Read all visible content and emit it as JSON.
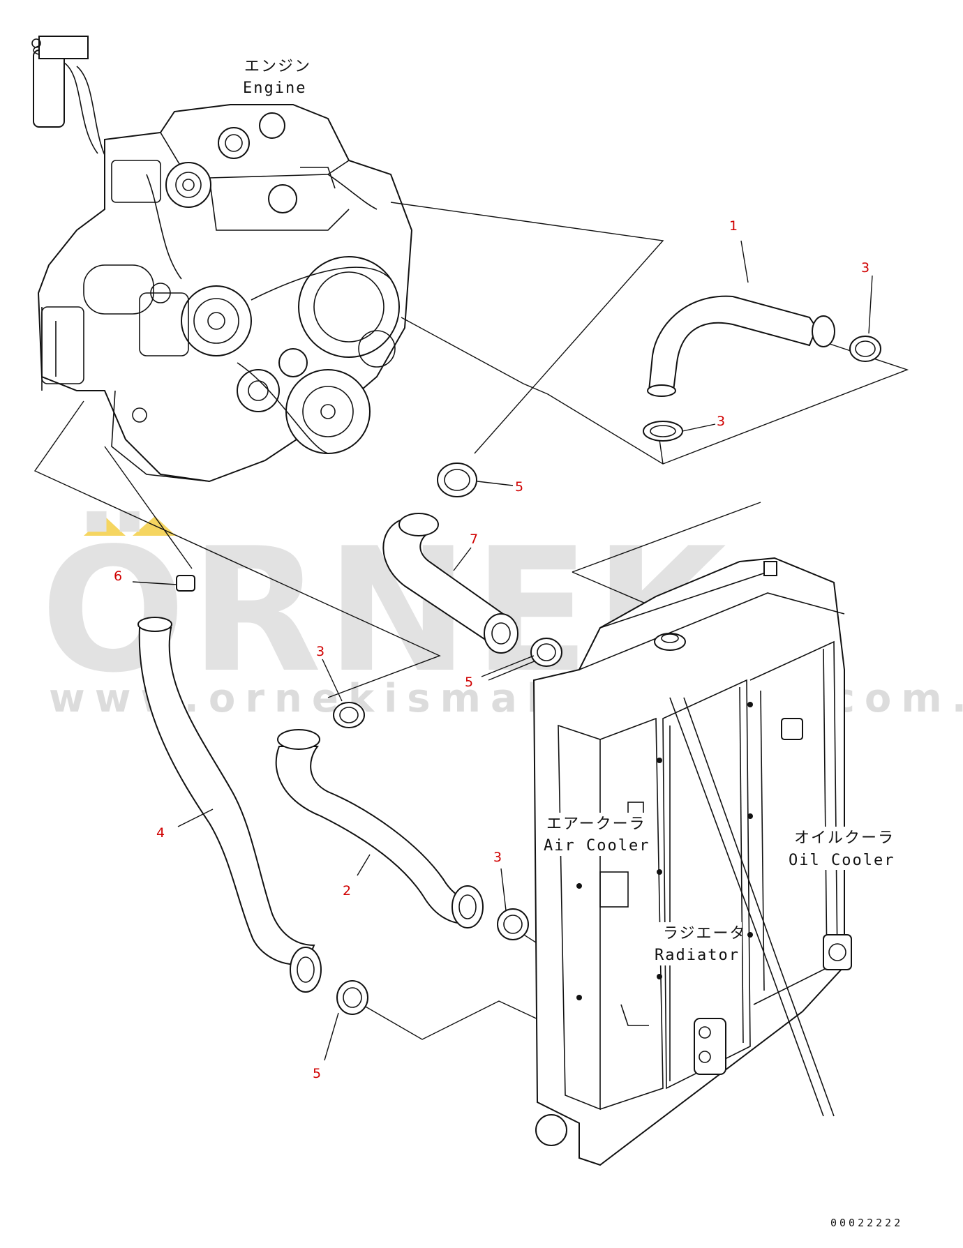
{
  "watermark": {
    "logo_text": "ÖRNEK",
    "url_text": "www.ornekismakinaalari.com.tr",
    "logo_color": "#e2e2e2",
    "accent_color": "#f5d560"
  },
  "labels": {
    "engine_jp": "エンジン",
    "engine_en": "Engine",
    "air_cooler_jp": "エアークーラ",
    "air_cooler_en": "Air Cooler",
    "oil_cooler_jp": "オイルクーラ",
    "oil_cooler_en": "Oil Cooler",
    "radiator_jp": "ラジエータ",
    "radiator_en": "Radiator"
  },
  "callouts": {
    "c1": "1",
    "c2": "2",
    "c3a": "3",
    "c3b": "3",
    "c3c": "3",
    "c3d": "3",
    "c4": "4",
    "c5a": "5",
    "c5b": "5",
    "c5c": "5",
    "c6": "6",
    "c7": "7"
  },
  "drawing_code": "00022222",
  "colors": {
    "callout": "#d00000",
    "line": "#111111"
  }
}
